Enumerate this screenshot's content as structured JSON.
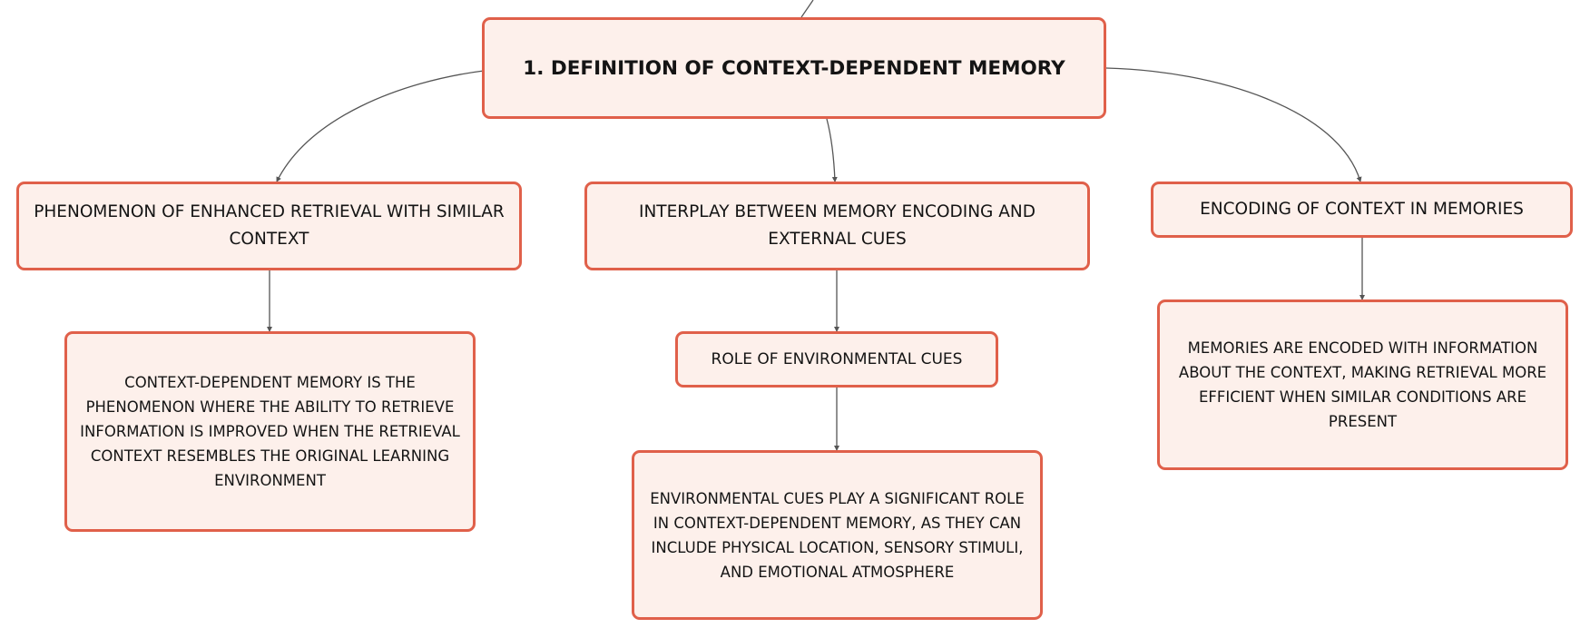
{
  "diagram": {
    "root": {
      "label": "1. DEFINITION OF CONTEXT-DEPENDENT MEMORY"
    },
    "branches": [
      {
        "label": "PHENOMENON OF ENHANCED RETRIEVAL WITH SIMILAR CONTEXT",
        "child": "CONTEXT-DEPENDENT MEMORY IS THE PHENOMENON WHERE THE ABILITY TO RETRIEVE INFORMATION IS IMPROVED WHEN THE RETRIEVAL CONTEXT RESEMBLES THE ORIGINAL LEARNING ENVIRONMENT"
      },
      {
        "label": "INTERPLAY BETWEEN MEMORY ENCODING AND EXTERNAL CUES",
        "child": "ROLE OF ENVIRONMENTAL CUES",
        "grandchild": "ENVIRONMENTAL CUES PLAY A SIGNIFICANT ROLE IN CONTEXT-DEPENDENT MEMORY, AS THEY CAN INCLUDE PHYSICAL LOCATION, SENSORY STIMULI, AND EMOTIONAL ATMOSPHERE"
      },
      {
        "label": "ENCODING OF CONTEXT IN MEMORIES",
        "child": "MEMORIES ARE ENCODED WITH INFORMATION ABOUT THE CONTEXT, MAKING RETRIEVAL MORE EFFICIENT WHEN SIMILAR CONDITIONS ARE PRESENT"
      }
    ]
  },
  "colors": {
    "node_fill": "#fdf0eb",
    "node_border": "#e0604a",
    "connector": "#555555",
    "text": "#141414"
  }
}
